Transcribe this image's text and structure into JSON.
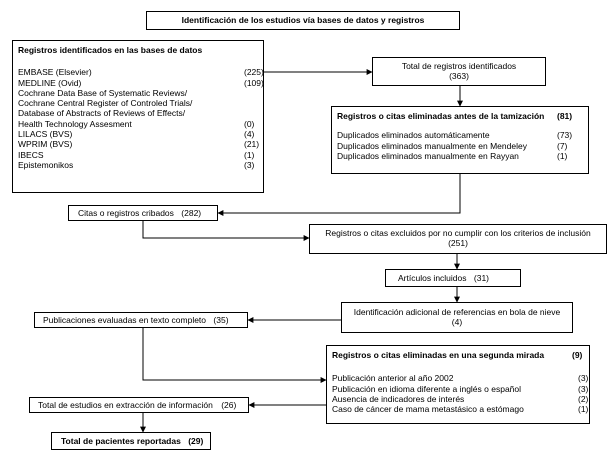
{
  "title": "Identificación de los estudios vía bases de datos y registros",
  "db_box": {
    "header": "Registros identificados en las bases de datos",
    "rows": [
      {
        "label": "EMBASE (Elsevier)",
        "count": "(225)"
      },
      {
        "label": "MEDLINE (Ovid)",
        "count": "(109)"
      },
      {
        "label": "Cochrane Data Base of Systematic Reviews/",
        "count": ""
      },
      {
        "label": "Cochrane Central Register of Controled Trials/",
        "count": ""
      },
      {
        "label": "Database of Abstracts of Reviews of Effects/",
        "count": ""
      },
      {
        "label": "Health Technology Assesment",
        "count": "(0)"
      },
      {
        "label": "LILACS (BVS)",
        "count": "(4)"
      },
      {
        "label": "WPRIM (BVS)",
        "count": "(21)"
      },
      {
        "label": "IBECS",
        "count": "(1)"
      },
      {
        "label": "Epistemonikos",
        "count": "(3)"
      }
    ]
  },
  "total_identified": {
    "line1": "Total de registros identificados",
    "line2": "(363)"
  },
  "removed_before": {
    "header": "Registros o citas eliminadas antes de la tamización",
    "header_count": "(81)",
    "rows": [
      {
        "label": "Duplicados eliminados automáticamente",
        "count": "(73)"
      },
      {
        "label": "Duplicados eliminados manualmente en Mendeley",
        "count": "(7)"
      },
      {
        "label": "Duplicados eliminados manualmente en Rayyan",
        "count": "(1)"
      }
    ]
  },
  "screened": {
    "label": "Citas o registros cribados",
    "count": "(282)"
  },
  "excluded": {
    "line1": "Registros o citas excluidos por no cumplir con los criterios de inclusión",
    "line2": "(251)"
  },
  "included": {
    "label": "Artículos incluidos",
    "count": "(31)"
  },
  "snowball": {
    "line1": "Identificación adicional de referencias en bola de nieve",
    "line2": "(4)"
  },
  "fulltext": {
    "label": "Publicaciones evaluadas en texto completo",
    "count": "(35)"
  },
  "removed_second": {
    "header": "Registros o citas eliminadas en una segunda mirada",
    "header_count": "(9)",
    "rows": [
      {
        "label": "Publicación anterior al año 2002",
        "count": "(3)"
      },
      {
        "label": "Publicación en idioma diferente a inglés o español",
        "count": "(3)"
      },
      {
        "label": "Ausencia de indicadores de interés",
        "count": "(2)"
      },
      {
        "label": "Caso de cáncer de mama metastásico a estómago",
        "count": "(1)"
      }
    ]
  },
  "extraction": {
    "label": "Total de estudios en extracción de información",
    "count": "(26)"
  },
  "patients": {
    "label": "Total de pacientes reportadas",
    "count": "(29)"
  }
}
